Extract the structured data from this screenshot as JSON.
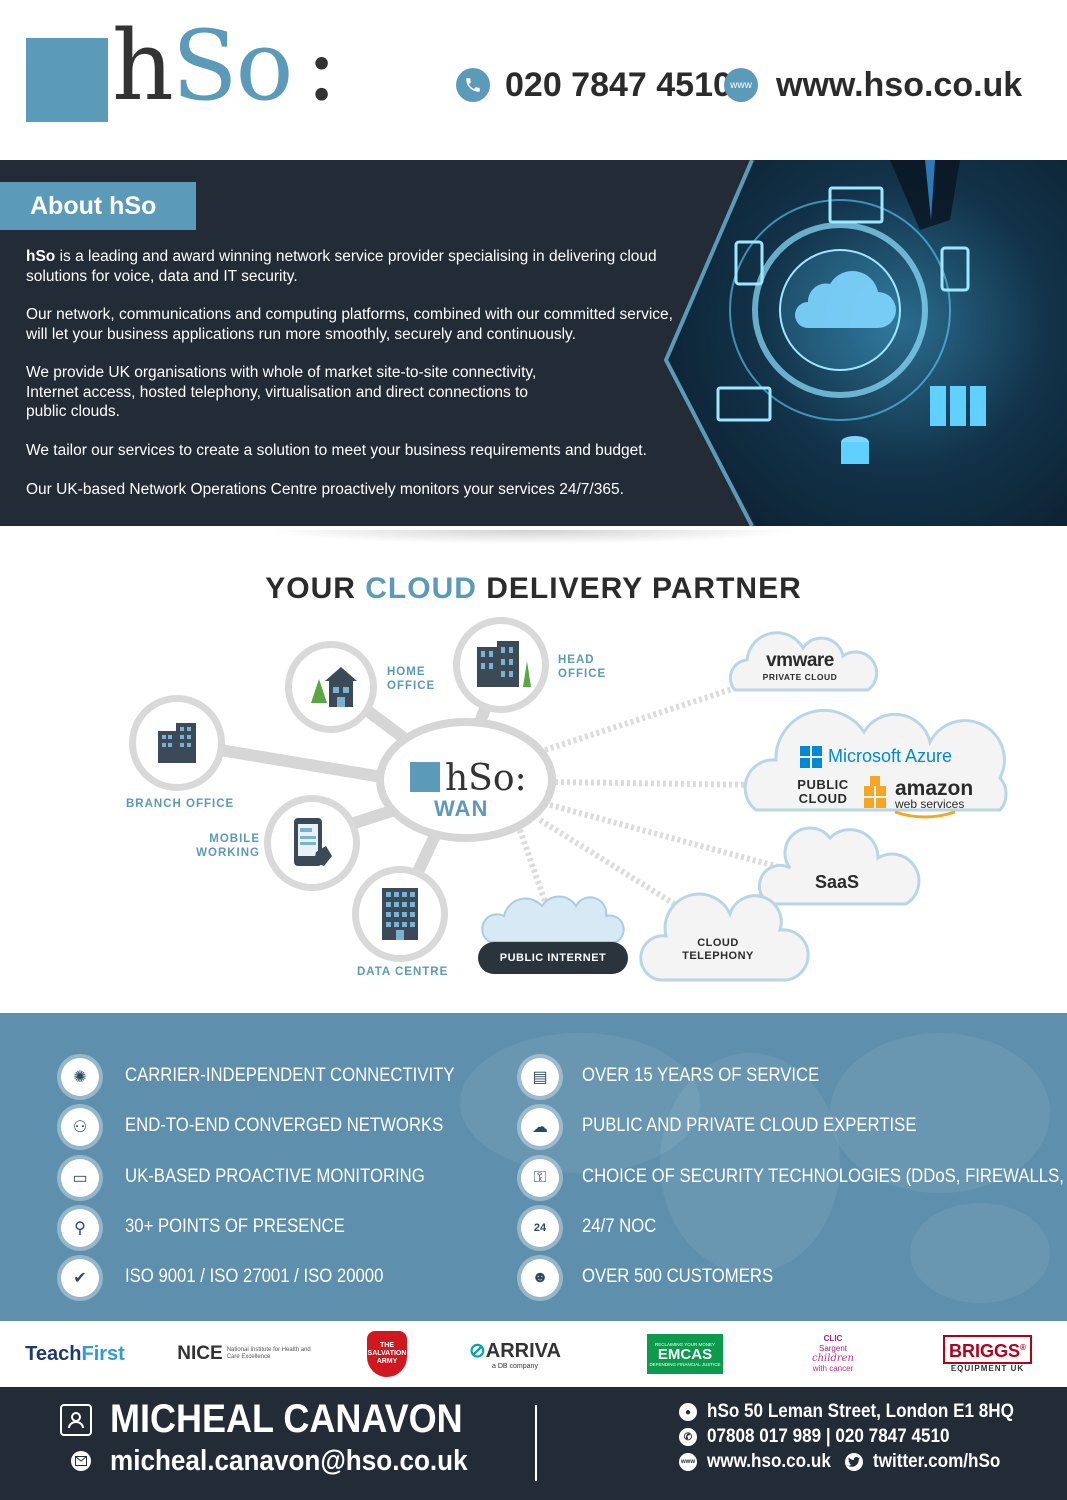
{
  "brand": {
    "logo_text_h": "h",
    "logo_text_so": "So",
    "logo_colon": ":",
    "accent": "#5b9ab9",
    "dark": "#232b36"
  },
  "header": {
    "phone": "020 7847 4510",
    "website": "www.hso.co.uk",
    "phone_icon": "phone-icon",
    "web_icon": "www-icon",
    "www_badge": "www"
  },
  "about": {
    "title": "About hSo",
    "lead_bold": "hSo",
    "p1": " is a leading and award winning network service provider specialising in delivering cloud solutions for voice, data and  IT security.",
    "p2": "Our network, communications and computing platforms, combined with our committed service, will let your business applications run more smoothly, securely and continuously.",
    "p3": "We provide UK organisations with whole of market site-to-site connectivity, Internet access, hosted telephony, virtualisation and direct connections to public clouds.",
    "p4": "We tailor our services to create a solution to meet your business requirements and budget.",
    "p5": "Our UK-based Network Operations Centre proactively monitors your services 24/7/365."
  },
  "diagram": {
    "title_a": "YOUR ",
    "title_b": "CLOUD",
    "title_c": " DELIVERY PARTNER",
    "hub_label": "WAN",
    "nodes": {
      "home_office": "HOME OFFICE",
      "head_office": "HEAD OFFICE",
      "branch_office": "BRANCH OFFICE",
      "mobile_working": "MOBILE WORKING",
      "data_centre": "DATA CENTRE"
    },
    "clouds": {
      "vmware": "vmware",
      "vmware_sub": "PRIVATE CLOUD",
      "azure": "Microsoft Azure",
      "public_cloud": "PUBLIC CLOUD",
      "amazon": "amazon",
      "amazon_sub": "web services",
      "saas": "SaaS",
      "public_internet": "PUBLIC INTERNET",
      "cloud_telephony": "CLOUD TELEPHONY"
    }
  },
  "features": {
    "left": [
      {
        "icon": "network-globe-icon",
        "text": "CARRIER-INDEPENDENT CONNECTIVITY"
      },
      {
        "icon": "converged-network-icon",
        "text": "END-TO-END CONVERGED NETWORKS"
      },
      {
        "icon": "monitor-icon",
        "text": "UK-BASED PROACTIVE MONITORING"
      },
      {
        "icon": "presence-icon",
        "text": "30+ POINTS OF PRESENCE"
      },
      {
        "icon": "certificate-icon",
        "text": "ISO 9001 / ISO 27001 / ISO 20000"
      }
    ],
    "right": [
      {
        "icon": "calendar-clock-icon",
        "text": "OVER 15 YEARS OF SERVICE"
      },
      {
        "icon": "cloud-icon",
        "text": "PUBLIC AND PRIVATE CLOUD EXPERTISE"
      },
      {
        "icon": "padlock-icon",
        "text": "CHOICE OF SECURITY TECHNOLOGIES (DDoS, FIREWALLS, VPNs)"
      },
      {
        "icon": "clock-24-icon",
        "text": "24/7 NOC"
      },
      {
        "icon": "customer-icon",
        "text": "OVER 500 CUSTOMERS"
      }
    ]
  },
  "clients": {
    "teachfirst_a": "Teach",
    "teachfirst_b": "First",
    "nice": "NICE",
    "nice_sub": "National Institute for Health and Care Excellence",
    "salvation": "THE SALVATION ARMY",
    "arriva": "ARRIVA",
    "arriva_sub": "a DB company",
    "emcas": "EMCAS",
    "emcas_top": "RECLAIMING YOUR MONEY",
    "emcas_sub": "DEFENDING FINANCIAL JUSTICE",
    "clic_a": "CLIC",
    "clic_b": "Sargent",
    "clic_c": "children",
    "clic_d": "with cancer",
    "briggs": "BRIGGS",
    "briggs_sub": "EQUIPMENT UK",
    "briggs_reg": "®"
  },
  "footer": {
    "name": "MICHEAL CANAVON",
    "email": "micheal.canavon@hso.co.uk",
    "address": "hSo 50 Leman Street, London E1 8HQ",
    "phones": "07808 017 989  |  020 7847 4510",
    "website": "www.hso.co.uk",
    "twitter": "twitter.com/hSo",
    "www_badge": "www"
  }
}
